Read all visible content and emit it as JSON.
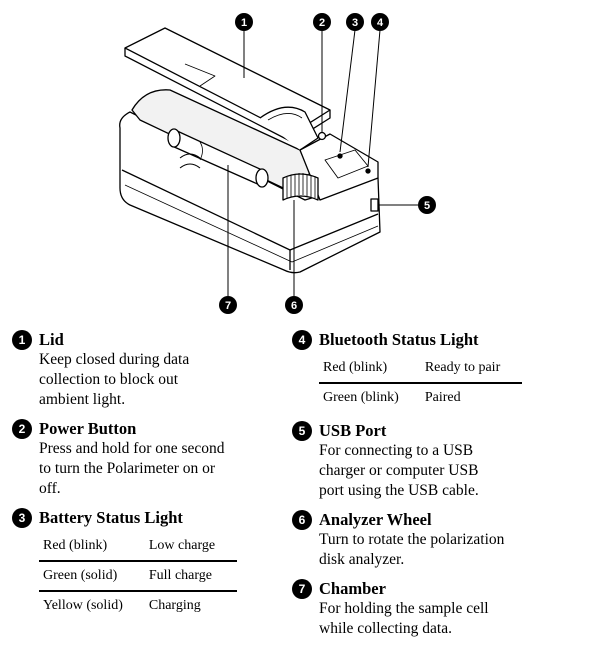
{
  "callouts": [
    "1",
    "2",
    "3",
    "4",
    "5",
    "6",
    "7"
  ],
  "legend": {
    "lid": {
      "number": "1",
      "title": "Lid",
      "desc": "Keep closed during data\ncollection to block out\nambient light."
    },
    "power": {
      "number": "2",
      "title": "Power Button",
      "desc": "Press and hold for one second\nto turn the Polarimeter on or\noff."
    },
    "battery": {
      "number": "3",
      "title": "Battery Status Light",
      "rows": [
        {
          "state": "Red (blink)",
          "meaning": "Low charge"
        },
        {
          "state": "Green (solid)",
          "meaning": "Full charge"
        },
        {
          "state": "Yellow (solid)",
          "meaning": "Charging"
        }
      ]
    },
    "bluetooth": {
      "number": "4",
      "title": "Bluetooth Status Light",
      "rows": [
        {
          "state": "Red (blink)",
          "meaning": "Ready to pair"
        },
        {
          "state": "Green (blink)",
          "meaning": "Paired"
        }
      ]
    },
    "usb": {
      "number": "5",
      "title": "USB Port",
      "desc": "For connecting to a USB\ncharger or computer USB\nport using the USB cable."
    },
    "wheel": {
      "number": "6",
      "title": "Analyzer Wheel",
      "desc": "Turn to rotate the polarization\ndisk analyzer."
    },
    "chamber": {
      "number": "7",
      "title": "Chamber",
      "desc": "For holding the sample cell\nwhile collecting data."
    }
  }
}
